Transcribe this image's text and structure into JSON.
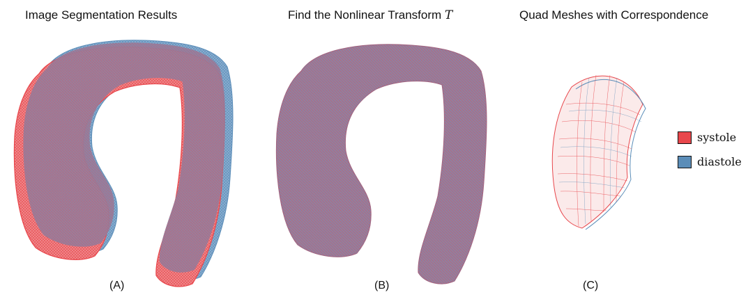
{
  "panels": [
    {
      "title": "Image Segmentation Results",
      "caption": "(A)"
    },
    {
      "title_prefix": "Find the Nonlinear Transform ",
      "title_math": "T",
      "caption": "(B)"
    },
    {
      "title": "Quad Meshes with Correspondence",
      "caption": "(C)"
    }
  ],
  "legend": [
    {
      "label": "systole",
      "color": "#e8474c"
    },
    {
      "label": "diastole",
      "color": "#5b8db8"
    }
  ],
  "colors": {
    "systole": "#e8474c",
    "diastole": "#5b8db8",
    "blend": "#9a7a97"
  }
}
